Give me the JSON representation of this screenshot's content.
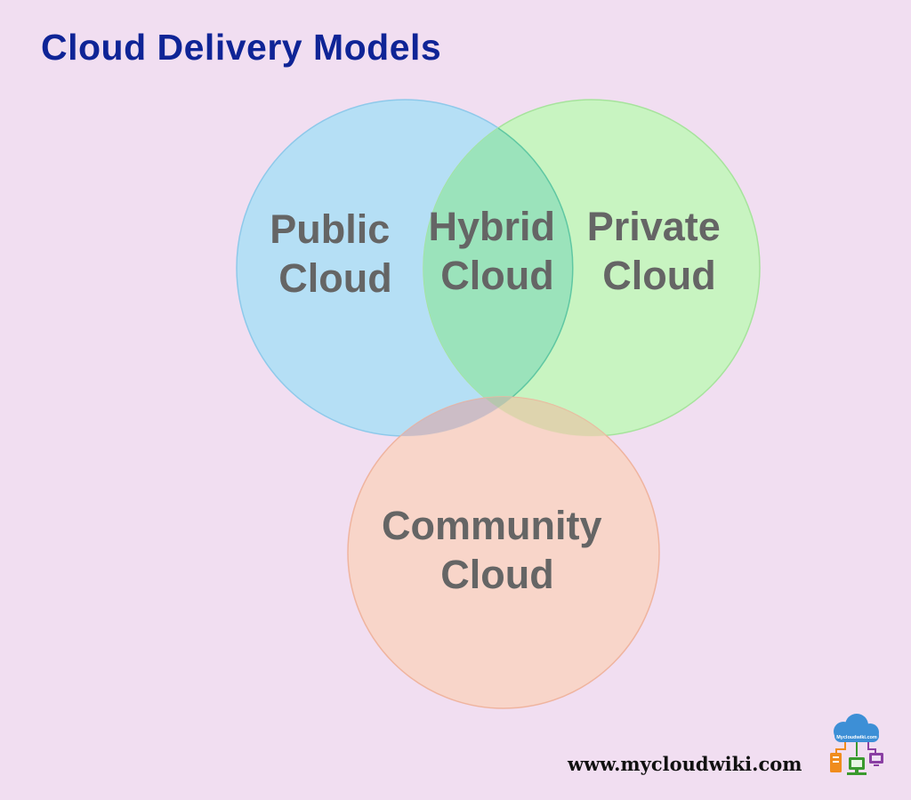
{
  "title": "Cloud Delivery Models",
  "circles": {
    "public": {
      "line1": "Public",
      "line2": "Cloud",
      "fill": "#b5dff5",
      "stroke": "#8ec9ea"
    },
    "private": {
      "line1": "Private",
      "line2": "Cloud",
      "fill": "#c8f4c1",
      "stroke": "#a6e39c"
    },
    "community": {
      "line1": "Community",
      "line2": "Cloud",
      "fill": "#f9d4c6",
      "stroke": "#efb49f"
    }
  },
  "overlap": {
    "line1": "Hybrid",
    "line2": "Cloud",
    "fill": "#9be3bb",
    "stroke": "#5fc7a2"
  },
  "footer": {
    "site": "www.mycloudwiki.com"
  },
  "logo": {
    "text": "Mycloudwiki.com"
  },
  "colors": {
    "background": "#f1def1",
    "title": "#0f2496",
    "label": "#656565"
  }
}
